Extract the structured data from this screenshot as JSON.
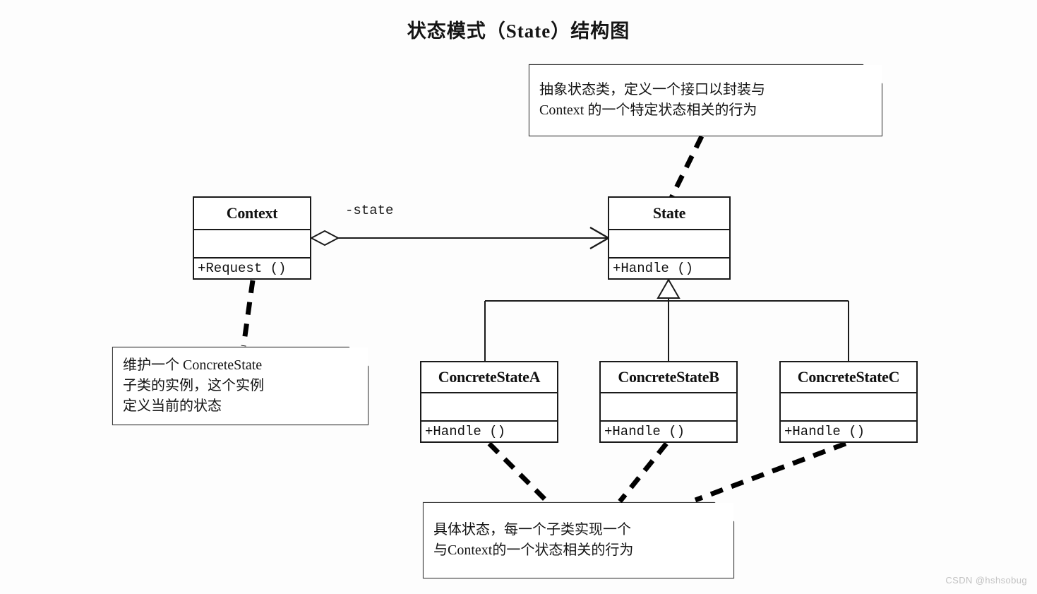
{
  "title": "状态模式（State）结构图",
  "watermark": "CSDN @hshsobug",
  "classes": {
    "context": {
      "name": "Context",
      "attributes": "",
      "operations": "+Request ()"
    },
    "state": {
      "name": "State",
      "attributes": "",
      "operations": "+Handle ()"
    },
    "concrete_a": {
      "name": "ConcreteStateA",
      "attributes": "",
      "operations": "+Handle ()"
    },
    "concrete_b": {
      "name": "ConcreteStateB",
      "attributes": "",
      "operations": "+Handle ()"
    },
    "concrete_c": {
      "name": "ConcreteStateC",
      "attributes": "",
      "operations": "+Handle ()"
    }
  },
  "edges": {
    "aggregation_role": "-state"
  },
  "notes": {
    "state_note": {
      "lines": [
        "抽象状态类，定义一个接口以封装与",
        "Context 的一个特定状态相关的行为"
      ]
    },
    "context_note": {
      "lines": [
        "维护一个 ConcreteState",
        "子类的实例，这个实例",
        "定义当前的状态"
      ]
    },
    "concrete_note": {
      "lines": [
        "具体状态，每一个子类实现一个",
        "与Context的一个状态相关的行为"
      ]
    }
  },
  "colors": {
    "stroke": "#1a1a1a",
    "background": "#fdfdfd",
    "note_stroke": "#3a3a3a",
    "dashed_connector": "#000000"
  }
}
